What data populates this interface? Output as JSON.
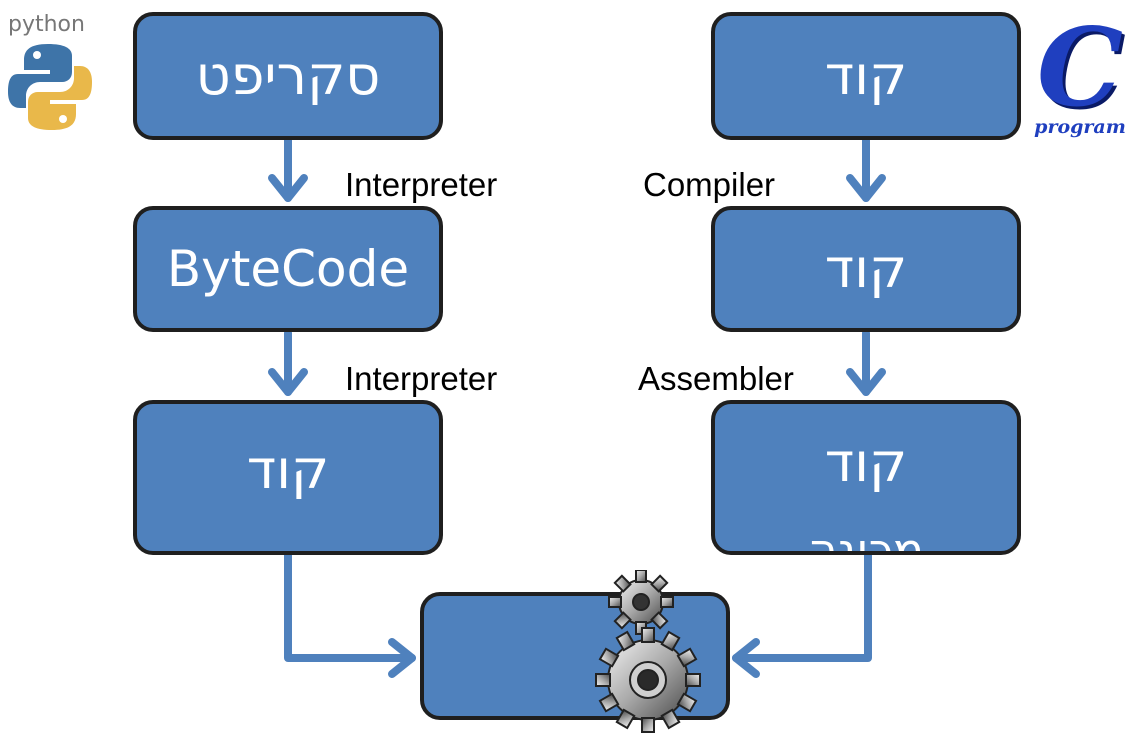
{
  "left": {
    "logo_text": "python",
    "boxes": [
      "סקריפט",
      "ByteCode",
      "קוד"
    ],
    "arrow_labels": [
      "Interpreter",
      "Interpreter"
    ]
  },
  "right": {
    "logo_letter": "C",
    "logo_text": "program",
    "boxes": [
      "קוד",
      "קוד",
      "קוד"
    ],
    "third_box_subtext": "מכונה",
    "arrow_labels": [
      "Compiler",
      "Assembler"
    ]
  },
  "colors": {
    "box_fill": "#4f81bd",
    "box_border": "#1f1f1f",
    "arrow": "#4f81bd"
  },
  "icons": {
    "bottom_box": "gears-icon"
  }
}
